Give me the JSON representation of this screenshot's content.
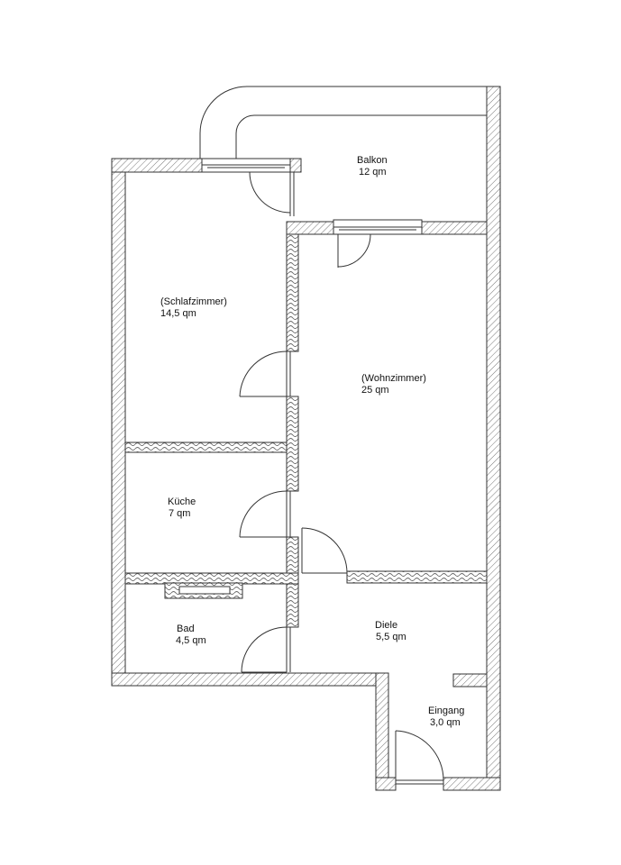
{
  "plan": {
    "rooms": [
      {
        "id": "balkon",
        "name": "Balkon",
        "area": "12 qm"
      },
      {
        "id": "schlafzimmer",
        "name": "(Schlafzimmer)",
        "area": "14,5 qm"
      },
      {
        "id": "wohnzimmer",
        "name": "(Wohnzimmer)",
        "area": "25 qm"
      },
      {
        "id": "kueche",
        "name": "Küche",
        "area": "7 qm"
      },
      {
        "id": "bad",
        "name": "Bad",
        "area": "4,5 qm"
      },
      {
        "id": "diele",
        "name": "Diele",
        "area": "5,5 qm"
      },
      {
        "id": "eingang",
        "name": "Eingang",
        "area": "3,0 qm"
      }
    ],
    "colors": {
      "wall_stroke": "#333333",
      "hatch": "#777777",
      "paper": "#ffffff",
      "background": "#f2f2f2"
    }
  }
}
